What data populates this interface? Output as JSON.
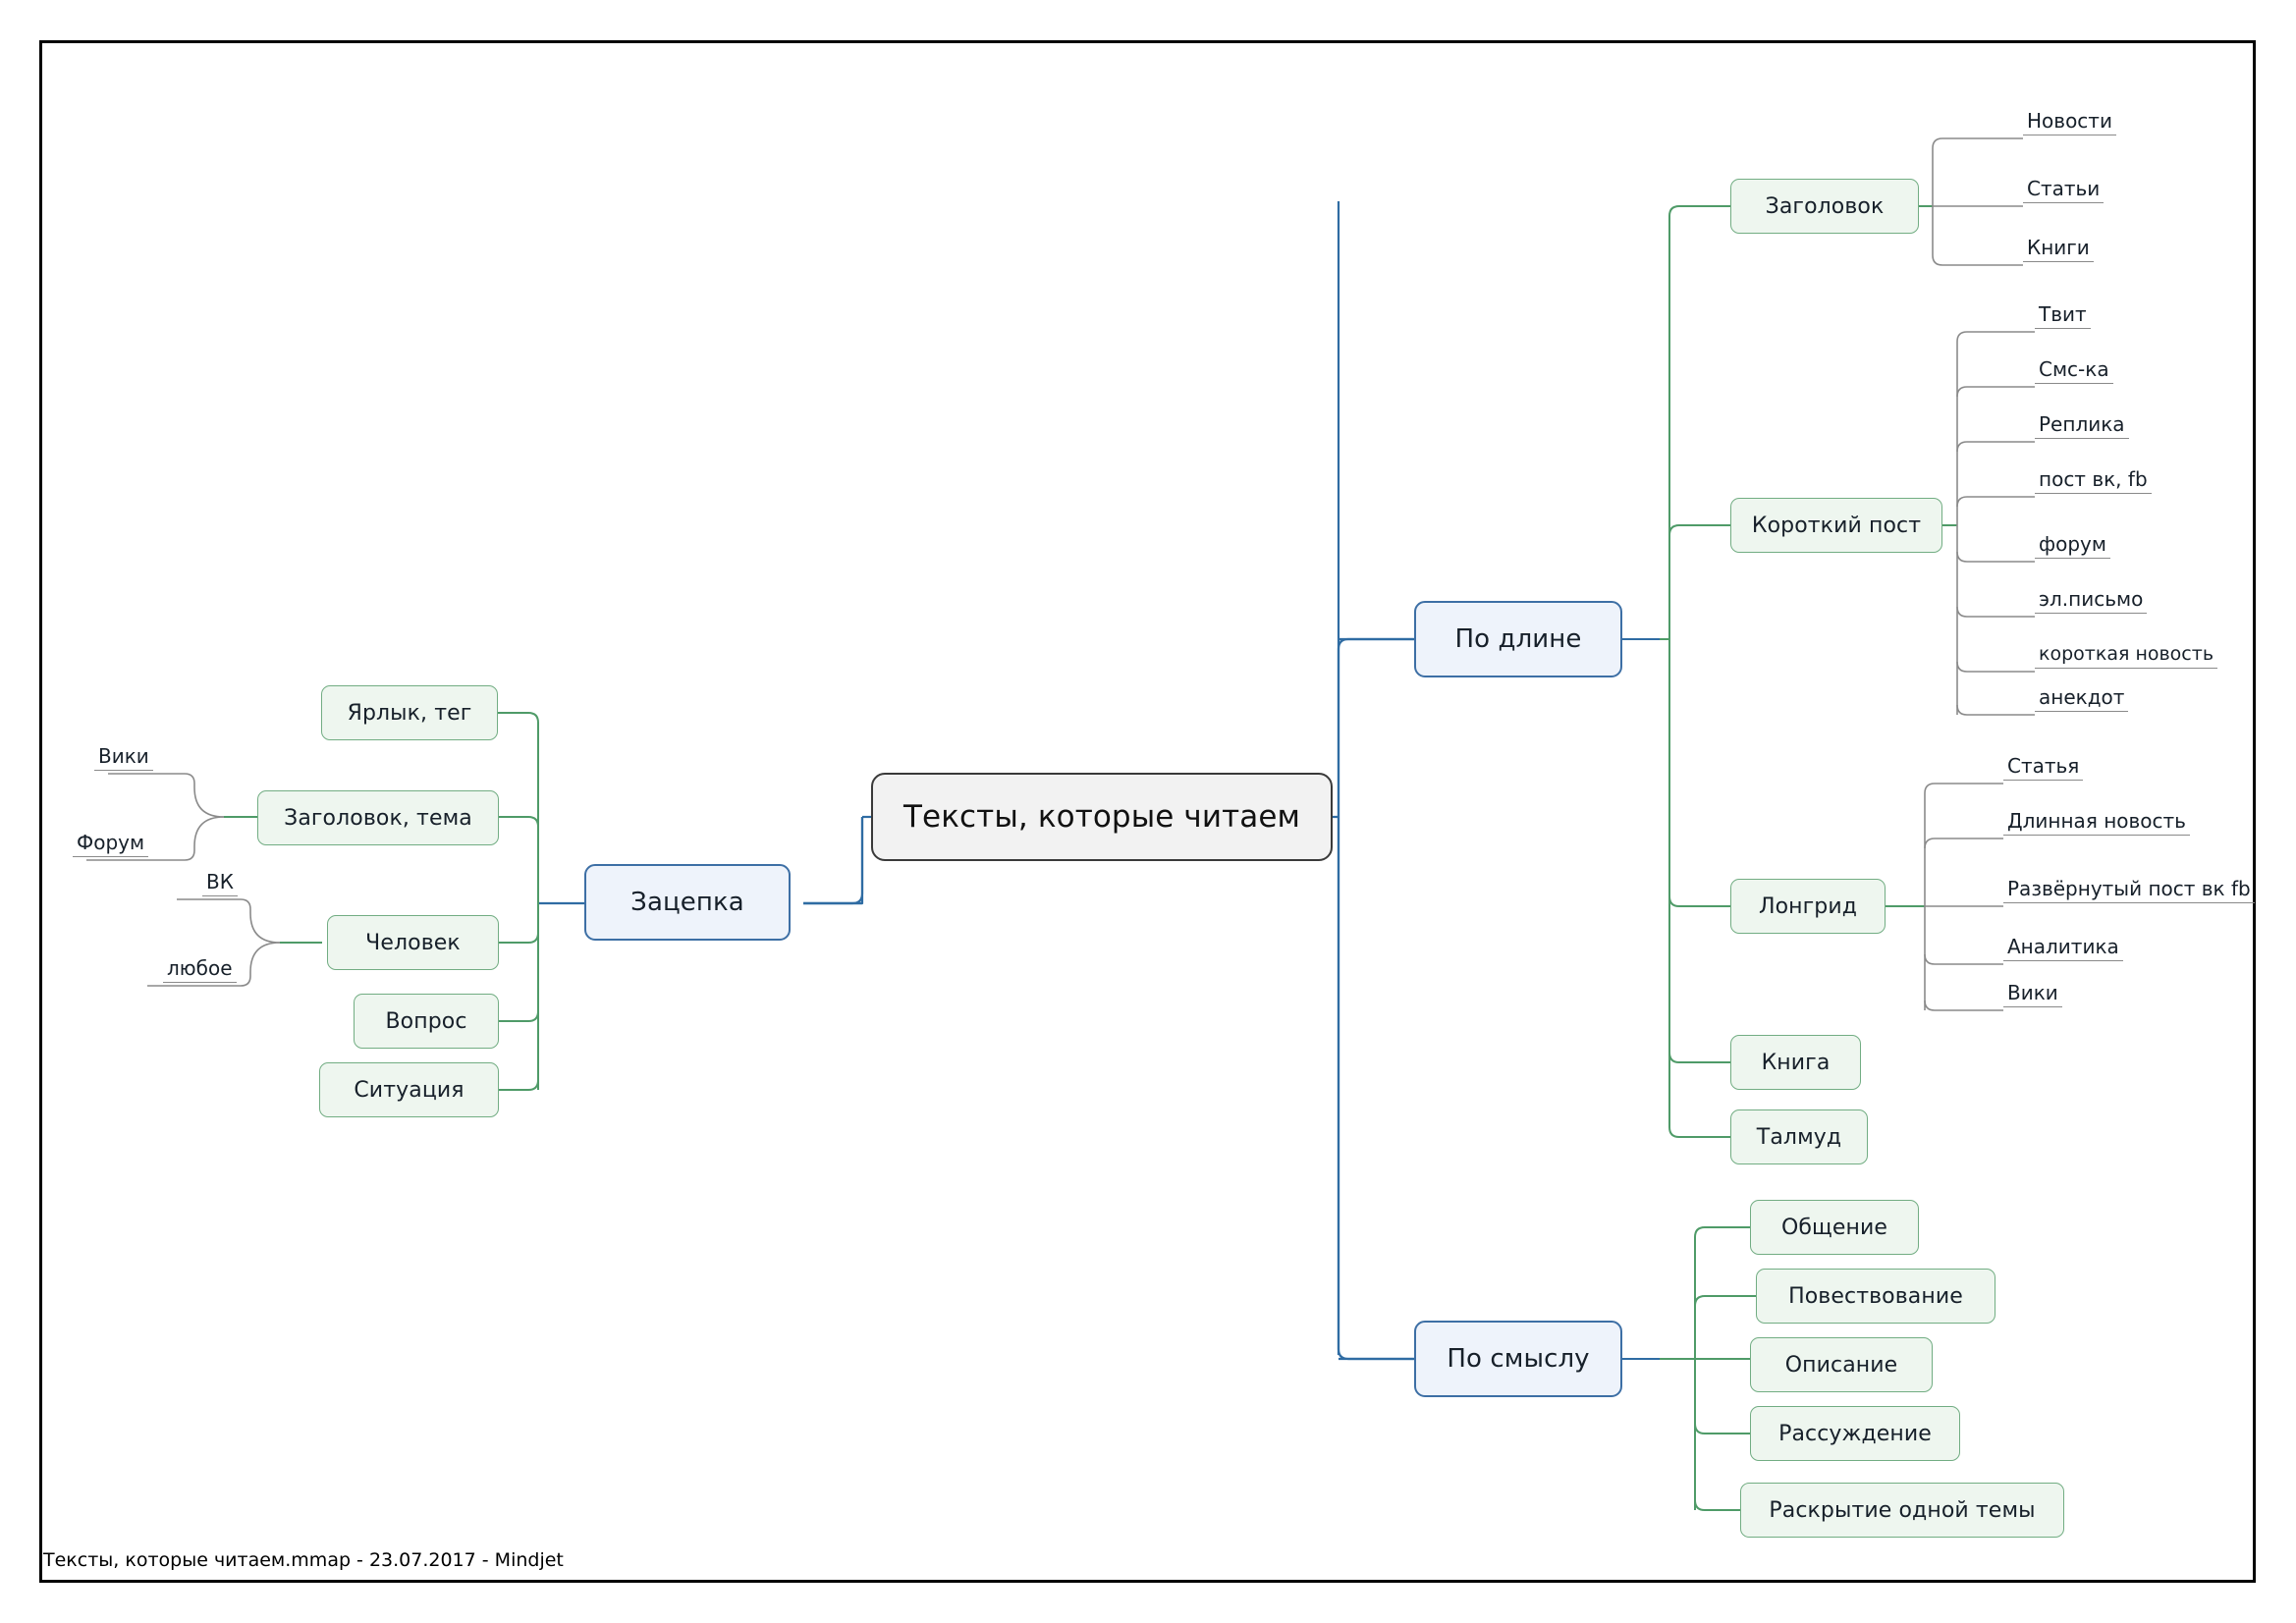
{
  "document": {
    "footer": "Тексты, которые читаем.mmap - 23.07.2017 - Mindjet",
    "root": "Тексты, которые читаем"
  },
  "colors": {
    "root_fill": "#f2f2f2",
    "root_border": "#3a3a3a",
    "blue_fill": "#eef3fb",
    "blue_border": "#3d6fa5",
    "green_fill": "#eef6ef",
    "green_border": "#72ad83",
    "leaf_line": "#8a8a8a",
    "frame": "#000000"
  },
  "left_branch": {
    "title": "Зацепка",
    "children": [
      {
        "label": "Ярлык, тег",
        "leaves": []
      },
      {
        "label": "Заголовок, тема",
        "leaves": [
          "Вики",
          "Форум"
        ]
      },
      {
        "label": "Человек",
        "leaves": [
          "ВК",
          "любое"
        ]
      },
      {
        "label": "Вопрос",
        "leaves": []
      },
      {
        "label": "Ситуация",
        "leaves": []
      }
    ]
  },
  "right_branches": [
    {
      "title": "По длине",
      "children": [
        {
          "label": "Заголовок",
          "leaves": [
            "Новости",
            "Статьи",
            "Книги"
          ]
        },
        {
          "label": "Короткий пост",
          "leaves": [
            "Твит",
            "Смс-ка",
            "Реплика",
            "пост вк, fb",
            "форум",
            "эл.письмо",
            "короткая новость",
            "анекдот"
          ]
        },
        {
          "label": "Лонгрид",
          "leaves": [
            "Статья",
            "Длинная новость",
            "Развёрнутый пост вк fb",
            "Аналитика",
            "Вики"
          ]
        },
        {
          "label": "Книга",
          "leaves": []
        },
        {
          "label": "Талмуд",
          "leaves": []
        }
      ]
    },
    {
      "title": "По смыслу",
      "children": [
        {
          "label": "Общение",
          "leaves": []
        },
        {
          "label": "Повествование",
          "leaves": []
        },
        {
          "label": "Описание",
          "leaves": []
        },
        {
          "label": "Рассуждение",
          "leaves": []
        },
        {
          "label": "Раскрытие одной темы",
          "leaves": []
        }
      ]
    }
  ]
}
